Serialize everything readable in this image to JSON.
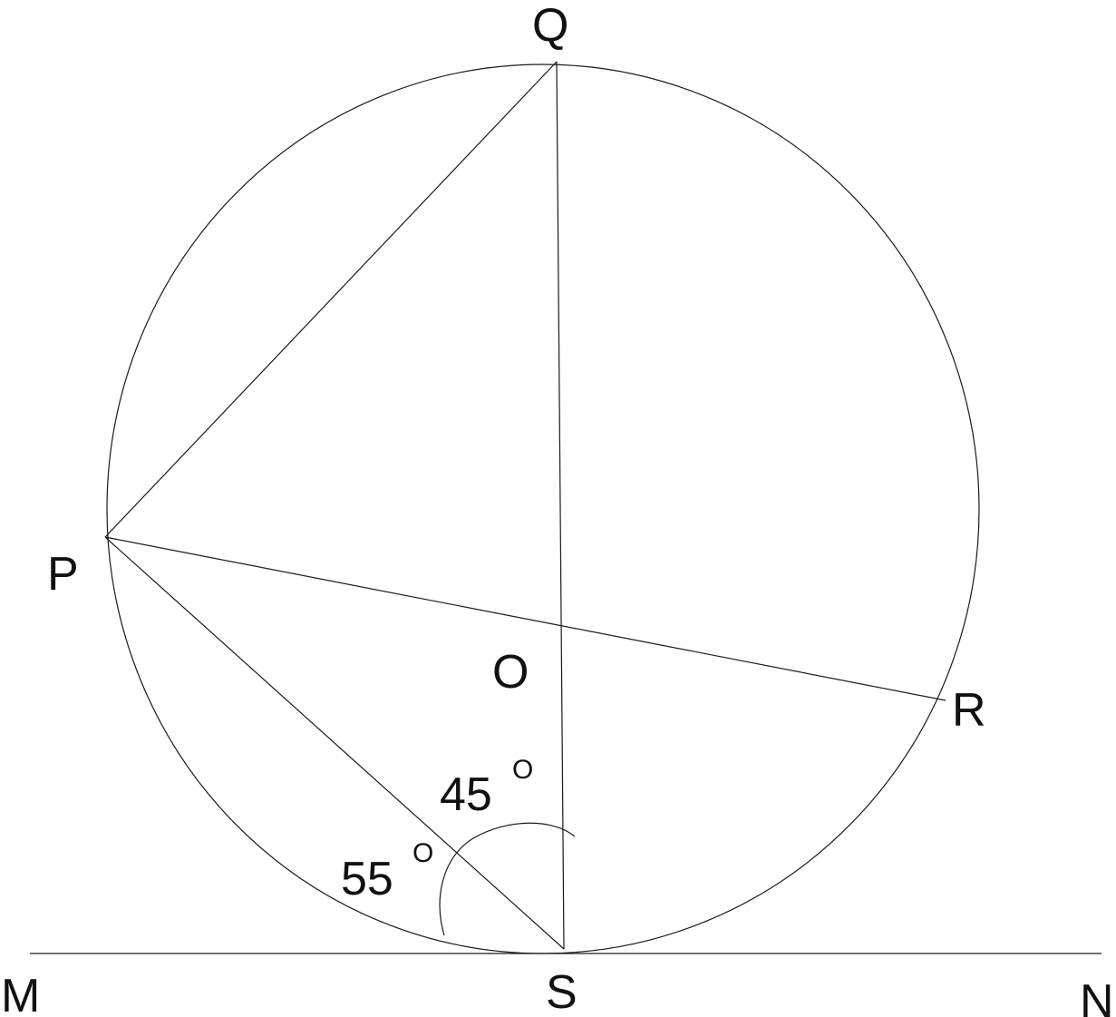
{
  "labels": {
    "Q": "Q",
    "P": "P",
    "O": "O",
    "R": "R",
    "S": "S",
    "M": "M",
    "N": "N"
  },
  "angles": {
    "angle_upper": {
      "value": "45",
      "degree": "O"
    },
    "angle_lower": {
      "value": "55",
      "degree": "O"
    }
  },
  "colors": {
    "stroke": "#1a1a1a",
    "text": "#111111",
    "background": "#ffffff"
  }
}
